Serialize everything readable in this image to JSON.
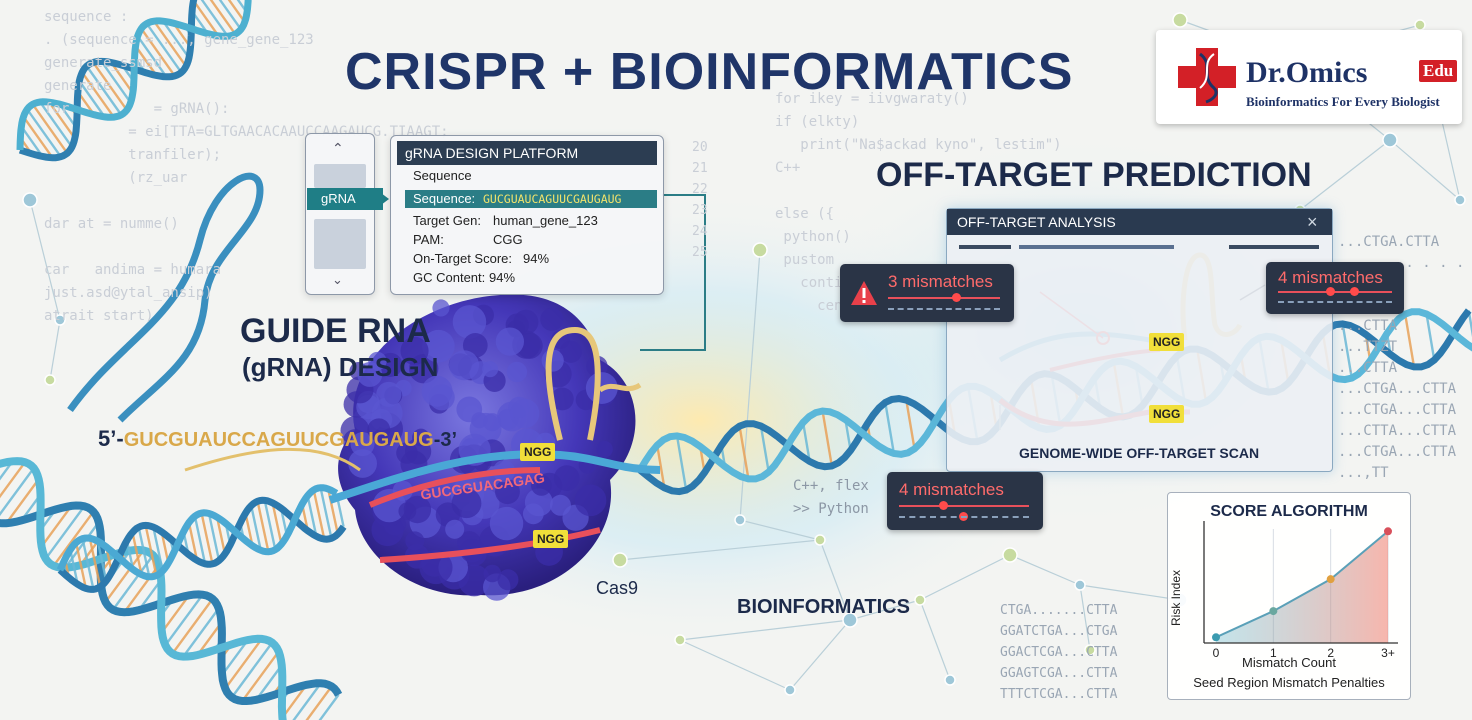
{
  "title": "CRISPR + BIOINFORMATICS",
  "logo": {
    "name": "Dr.Omics",
    "badge": "Edu",
    "tagline": "Bioinformatics For Every Biologist"
  },
  "sections": {
    "grna_design": {
      "line1": "GUIDE RNA",
      "line2": "(gRNA) DESIGN"
    },
    "off_target": "OFF-TARGET PREDICTION",
    "bioinformatics": "BIOINFORMATICS"
  },
  "grna_strand": {
    "prefix": "5’-",
    "sequence": "GUCGUAUCCAGUUCGAUGAUG",
    "suffix": "-3’"
  },
  "cas9": {
    "label": "Cas9",
    "inner_sequence": "GUCGGUACAGAG",
    "pam_labels": [
      "NGG",
      "NGG"
    ]
  },
  "side_menu": {
    "selected": "gRNA"
  },
  "grna_platform": {
    "header": "gRNA DESIGN PLATFORM",
    "rows": [
      {
        "label": "Sequence",
        "value": ""
      },
      {
        "label": "Sequence:",
        "value": "GUCGUAUCAGUUCGAUGAUG"
      },
      {
        "label": "Target Gen:",
        "value": "human_gene_123"
      },
      {
        "label": "PAM:",
        "value": "CGG"
      },
      {
        "label": "On-Target Score:",
        "value": "94%"
      },
      {
        "label": "GC Content:",
        "value": "94%"
      }
    ]
  },
  "off_target_panel": {
    "header": "OFF-TARGET ANALYSIS",
    "close": "×",
    "pam_labels": [
      "NGG",
      "NGG"
    ],
    "footer": "GENOME-WIDE OFF-TARGET SCAN"
  },
  "mismatch_badges": [
    "3 mismatches",
    "4 mismatches",
    "4 mismatches"
  ],
  "score_algorithm": {
    "title": "SCORE ALGORITHM",
    "ylabel": "Risk Index",
    "xlabel": "Mismatch Count",
    "caption": "Seed Region Mismatch Penalties"
  },
  "chart_data": {
    "type": "line",
    "categories": [
      "0",
      "1",
      "2",
      "3+"
    ],
    "values": [
      0.05,
      0.28,
      0.56,
      0.98
    ],
    "ylim": [
      0,
      1
    ],
    "title": "SCORE ALGORITHM",
    "xlabel": "Mismatch Count",
    "ylabel": "Risk Index"
  },
  "code_snippets": {
    "left": [
      "sequence :",
      ". (sequence = ..., gene_gene_123",
      "generate_ssmsd",
      "generate",
      "for          = gRNA():",
      "          = ei[TTA=GLTGAACACAAUCCAAGAUCG.TIAAGT;",
      "          tranfiler);",
      "          (rz_uar",
      "",
      "dar at = numme()",
      "",
      "car   andima = humara",
      "just.asd@ytal_ansip)",
      "atrait start)"
    ],
    "middle": [
      "for ikey = iivgwaraty()",
      "if (elkty)",
      "   print(\"Na$ackad kyno\", lestim\")",
      "C++",
      "",
      "else ({",
      " python()",
      " pustom",
      "   conti",
      "     centi"
    ],
    "flex": [
      "C++, flex",
      ">> Python"
    ],
    "gutter": [
      "20",
      "21",
      "22",
      "23",
      "24",
      "25"
    ]
  },
  "sequence_columns": {
    "right": [
      "...CTGA.CTTA",
      ". . . . . . . . .",
      "...CTTA",
      "...CTTA",
      "...CTTA",
      "...TTZT",
      "...CTTA",
      "...CTGA...CTTA",
      "...CTGA...CTTA",
      "...CTTA...CTTA",
      "...CTGA...CTTA",
      "...,TT"
    ],
    "bottom": [
      "CTGA.......CTTA",
      "GGATCTGA...CTGA",
      "GGACTCGA...CTTA",
      "GGAGTCGA...CTTA",
      "TTTCTCGA...CTTA"
    ]
  },
  "colors": {
    "title": "#1f3569",
    "accent_red": "#d32027",
    "teal": "#1f7e86",
    "panel_dark": "#2a3a50",
    "pam_yellow": "#f1df3a",
    "mismatch_red": "#ff5a5a"
  }
}
